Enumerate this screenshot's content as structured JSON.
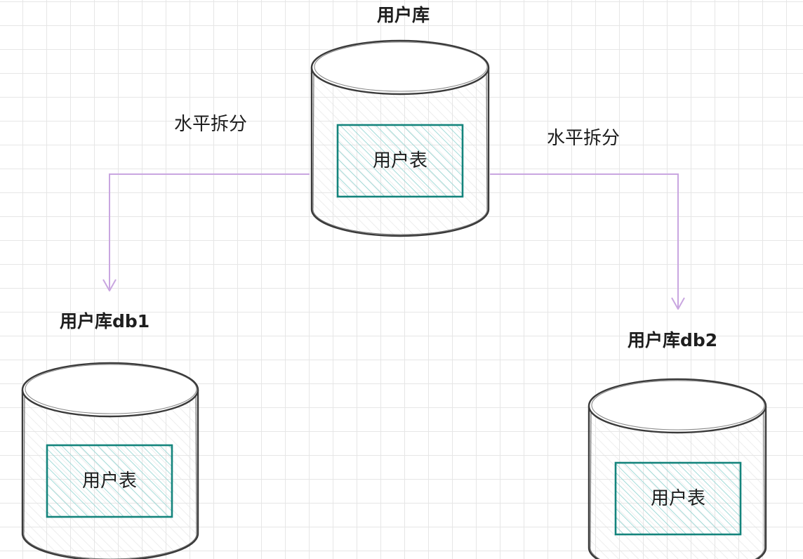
{
  "nodes": {
    "source_db": {
      "label": "用户库",
      "table_label": "用户表"
    },
    "db1": {
      "label": "用户库db1",
      "table_label": "用户表"
    },
    "db2": {
      "label": "用户库db2",
      "table_label": "用户表"
    }
  },
  "edges": {
    "left": {
      "label": "水平拆分"
    },
    "right": {
      "label": "水平拆分"
    }
  },
  "colors": {
    "cylinder_stroke": "#3a3a3a",
    "table_stroke": "#14847c",
    "table_hatch": "#8fd3d0",
    "arrow": "#c9a6e0",
    "grid": "#e6e6e6"
  }
}
